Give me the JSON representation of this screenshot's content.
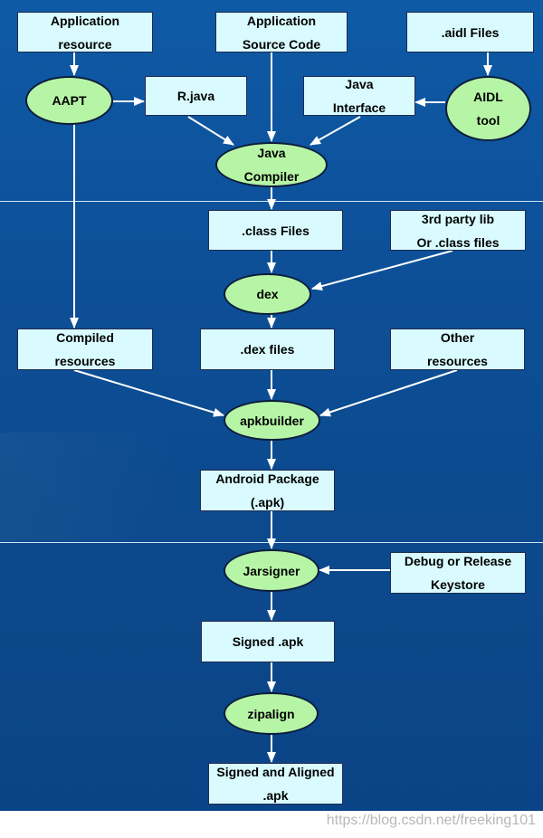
{
  "nodes": {
    "app_resource": [
      "Application",
      "resource"
    ],
    "app_source": [
      "Application",
      "Source Code"
    ],
    "aidl_files": [
      ".aidl Files"
    ],
    "aapt": [
      "AAPT"
    ],
    "rjava": [
      "R.java"
    ],
    "java_interface": [
      "Java",
      "Interface"
    ],
    "aidl_tool": [
      "AIDL",
      "tool"
    ],
    "java_compiler": [
      "Java",
      "Compiler"
    ],
    "class_files": [
      ".class Files"
    ],
    "third_party": [
      "3rd party lib",
      "Or .class files"
    ],
    "dex": [
      "dex"
    ],
    "compiled_resources": [
      "Compiled",
      "resources"
    ],
    "dex_files": [
      ".dex files"
    ],
    "other_resources": [
      "Other",
      "resources"
    ],
    "apkbuilder": [
      "apkbuilder"
    ],
    "android_package": [
      "Android Package",
      "(.apk)"
    ],
    "jarsigner": [
      "Jarsigner"
    ],
    "keystore": [
      "Debug or Release",
      "Keystore"
    ],
    "signed_apk": [
      "Signed .apk"
    ],
    "zipalign": [
      "zipalign"
    ],
    "signed_aligned": [
      "Signed and Aligned",
      ".apk"
    ]
  },
  "watermark": "https://blog.csdn.net/freeking101",
  "colors": {
    "background": "#0d4f97",
    "box_fill": "#d9fbff",
    "oval_fill": "#b7f5a6",
    "arrow": "#ffffff"
  }
}
